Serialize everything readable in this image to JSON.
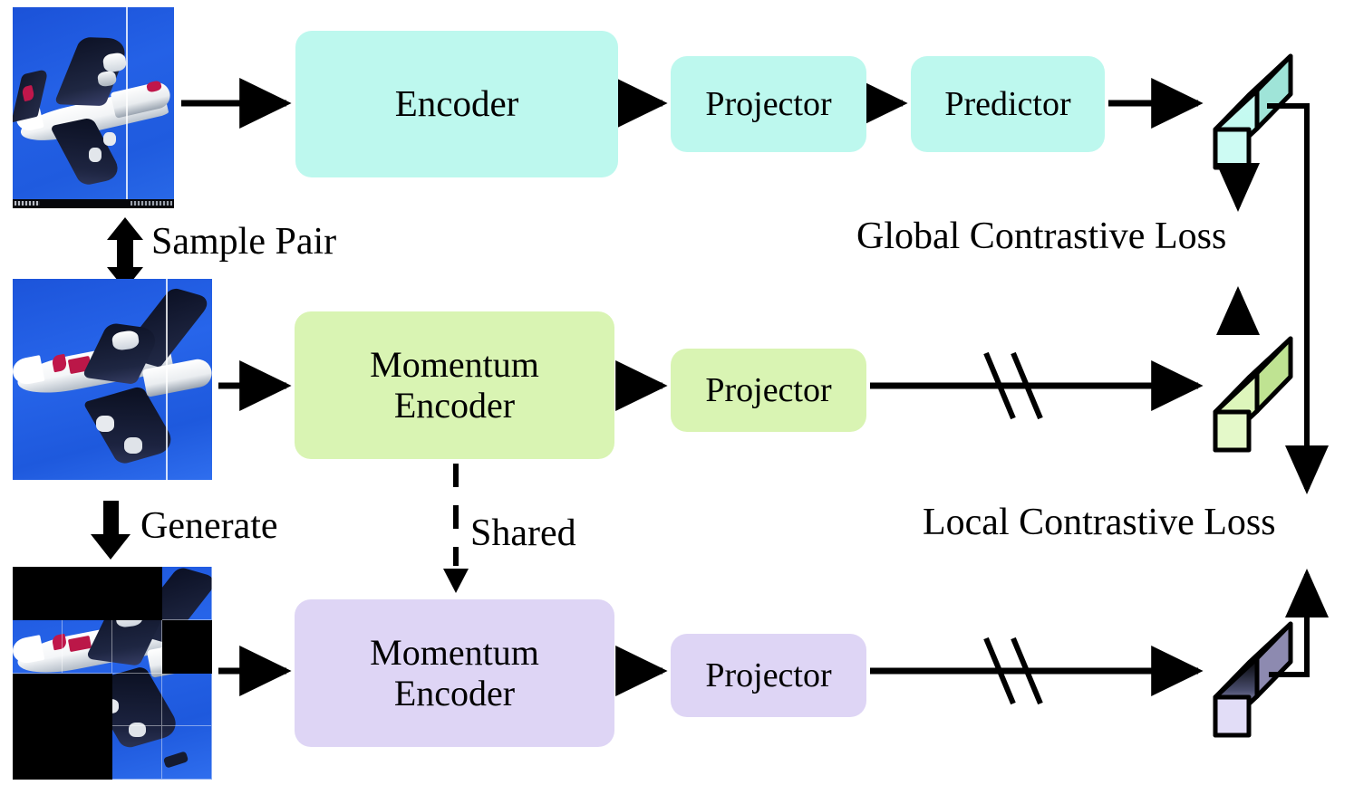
{
  "diagram": {
    "title": "Self-supervised contrastive learning framework",
    "background_color": "#ffffff",
    "stroke_color": "#000000"
  },
  "colors": {
    "branch_online": "#bdf8ee",
    "branch_momentum": "#d9f4b3",
    "branch_masked": "#ded5f5",
    "bar_dark_top": "#000000",
    "sky": "#1f5bdf"
  },
  "branches": [
    {
      "id": "online",
      "accent": "#bdf8ee",
      "image": {
        "name": "airplane-crop-1",
        "alt": "Airplane in blue sky crop"
      },
      "modules": [
        {
          "name": "encoder",
          "label": "Encoder"
        },
        {
          "name": "projector",
          "label": "Projector"
        },
        {
          "name": "predictor",
          "label": "Predictor"
        }
      ],
      "feature_name": "global-feature-vector-online"
    },
    {
      "id": "momentum",
      "accent": "#d9f4b3",
      "image": {
        "name": "airplane-crop-2",
        "alt": "Airplane in blue sky second crop"
      },
      "modules": [
        {
          "name": "momentum-encoder",
          "label": "Momentum\nEncoder"
        },
        {
          "name": "projector",
          "label": "Projector"
        }
      ],
      "feature_name": "global-feature-vector-momentum"
    },
    {
      "id": "masked",
      "accent": "#ded5f5",
      "image": {
        "name": "airplane-masked",
        "alt": "Airplane crop with masked patches"
      },
      "modules": [
        {
          "name": "momentum-encoder",
          "label": "Momentum\nEncoder"
        },
        {
          "name": "projector",
          "label": "Projector"
        }
      ],
      "feature_name": "local-feature-vector-masked"
    }
  ],
  "annotations": {
    "sample_pair": "Sample Pair",
    "generate": "Generate",
    "shared": "Shared",
    "global_loss": "Global Contrastive Loss",
    "local_loss": "Local Contrastive Loss"
  },
  "mask": {
    "grid_rows": 4,
    "grid_cols": 4,
    "pattern": [
      [
        1,
        1,
        1,
        0
      ],
      [
        0,
        0,
        0,
        1
      ],
      [
        1,
        1,
        0,
        0
      ],
      [
        1,
        1,
        0,
        0
      ]
    ]
  },
  "edges": [
    {
      "name": "edge-image1-to-encoder",
      "style": "solid-arrow"
    },
    {
      "name": "edge-encoder-to-projector",
      "style": "solid-arrow"
    },
    {
      "name": "edge-projector-to-predictor",
      "style": "solid-arrow"
    },
    {
      "name": "edge-predictor-to-global-feature",
      "style": "solid-arrow"
    },
    {
      "name": "edge-image2-to-momentum-encoder",
      "style": "solid-arrow"
    },
    {
      "name": "edge-momentum-encoder-to-projector",
      "style": "solid-arrow"
    },
    {
      "name": "edge-projector-to-momentum-feature",
      "style": "solid-arrow-with-break"
    },
    {
      "name": "edge-masked-image-to-momentum-encoder",
      "style": "solid-arrow"
    },
    {
      "name": "edge-momentum-encoder2-to-projector",
      "style": "solid-arrow"
    },
    {
      "name": "edge-projector-to-local-feature",
      "style": "solid-arrow-with-break"
    },
    {
      "name": "edge-shared-weights",
      "style": "dashed-arrow"
    },
    {
      "name": "edge-sample-pair",
      "style": "double-headed-arrow"
    },
    {
      "name": "edge-generate",
      "style": "down-arrow"
    },
    {
      "name": "edge-global-feature-down-to-loss",
      "style": "solid-arrow"
    },
    {
      "name": "edge-momentum-feature-up-to-loss",
      "style": "solid-arrow"
    },
    {
      "name": "edge-online-feature-right-down-to-local-loss",
      "style": "solid-arrow"
    },
    {
      "name": "edge-local-feature-right-up-to-local-loss",
      "style": "solid-arrow"
    }
  ]
}
